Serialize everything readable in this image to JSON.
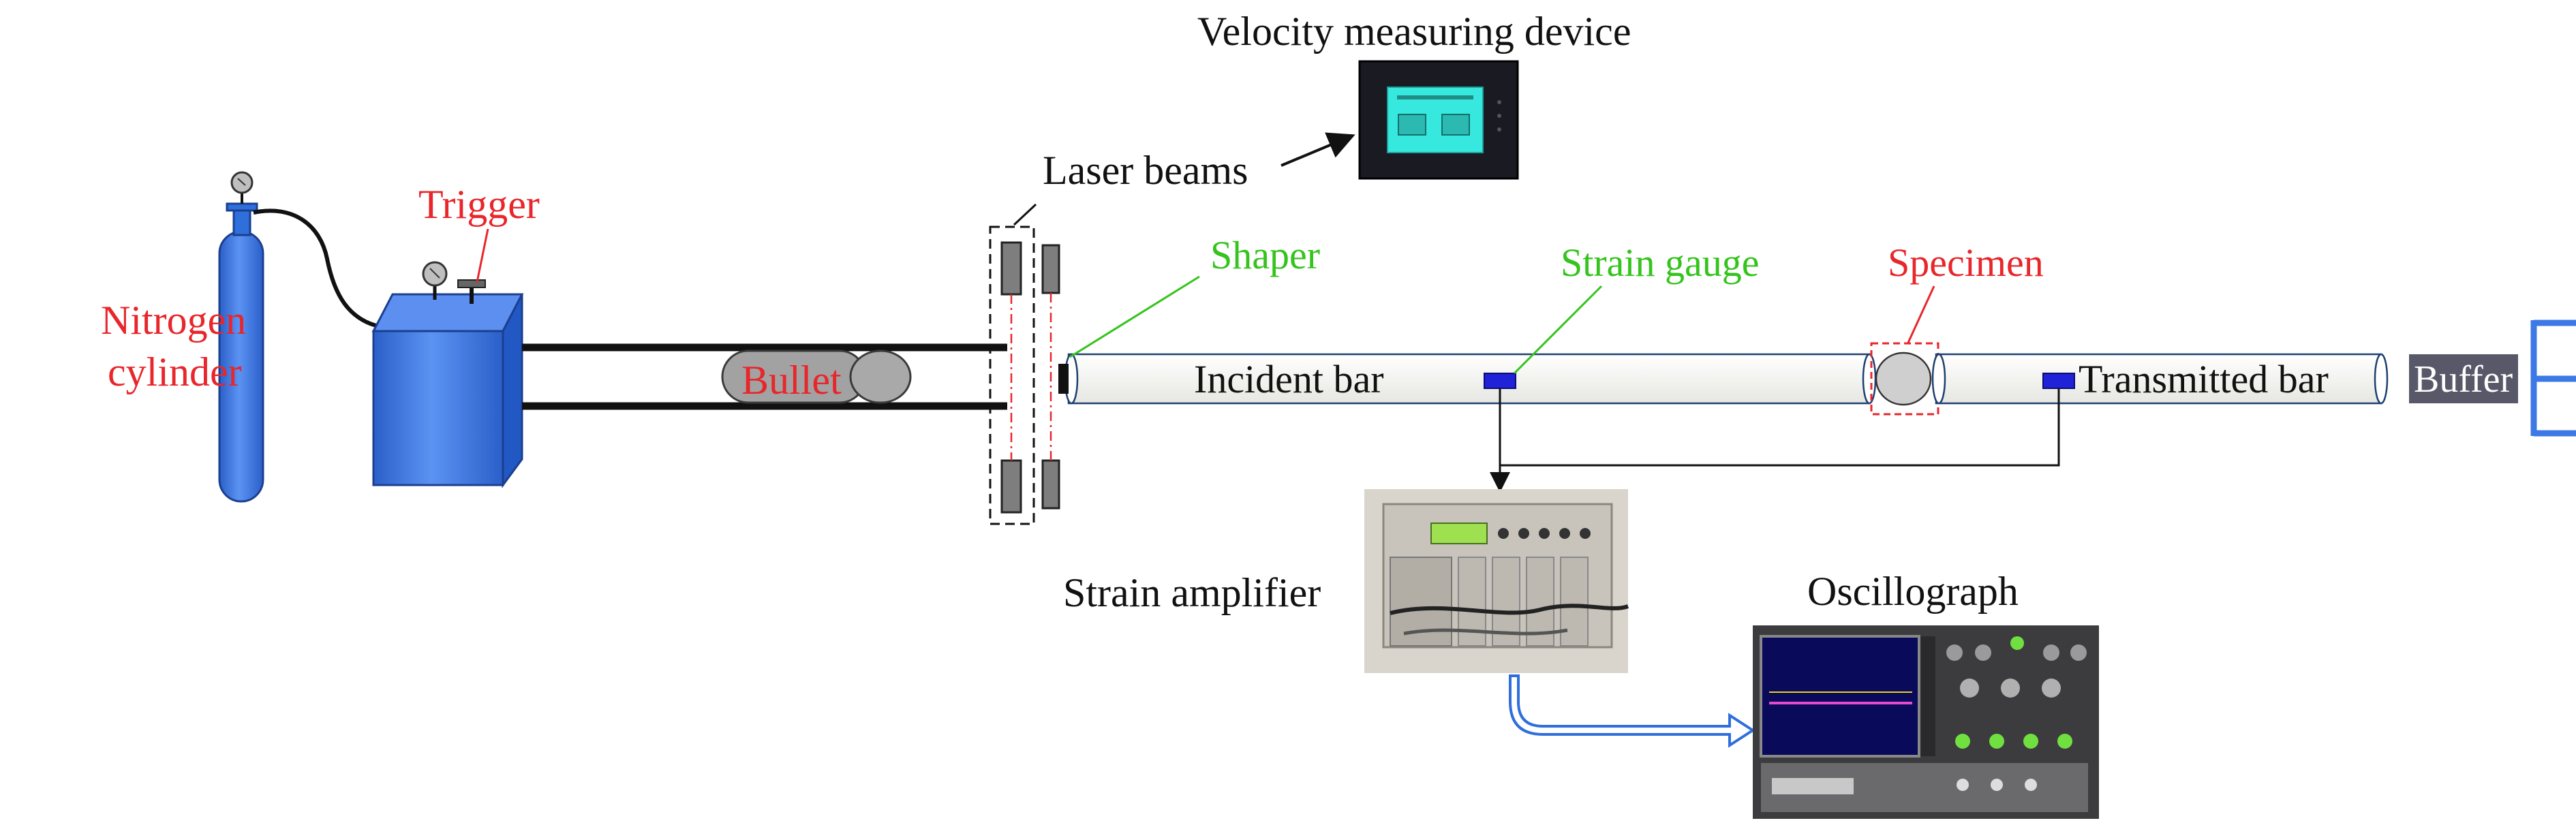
{
  "labels": {
    "nitrogen_line1": "Nitrogen",
    "nitrogen_line2": "cylinder",
    "trigger": "Trigger",
    "bullet": "Bullet",
    "laser_beams": "Laser beams",
    "velocity_device": "Velocity measuring device",
    "shaper": "Shaper",
    "strain_gauge": "Strain gauge",
    "specimen": "Specimen",
    "incident_bar": "Incident bar",
    "transmitted_bar": "Transmitted bar",
    "buffer": "Buffer",
    "strain_amplifier": "Strain amplifier",
    "oscillograph": "Oscillograph"
  },
  "colors": {
    "red_label": "#e8262b",
    "green_label": "#34c41c",
    "black_label": "#111111",
    "cylinder_blue": "#3c78e6",
    "chamber_blue": "#2f6fdc",
    "gauge_blue": "#1f22d6",
    "buffer_gray": "#585868",
    "bar_fill": "#f6f6f4"
  }
}
